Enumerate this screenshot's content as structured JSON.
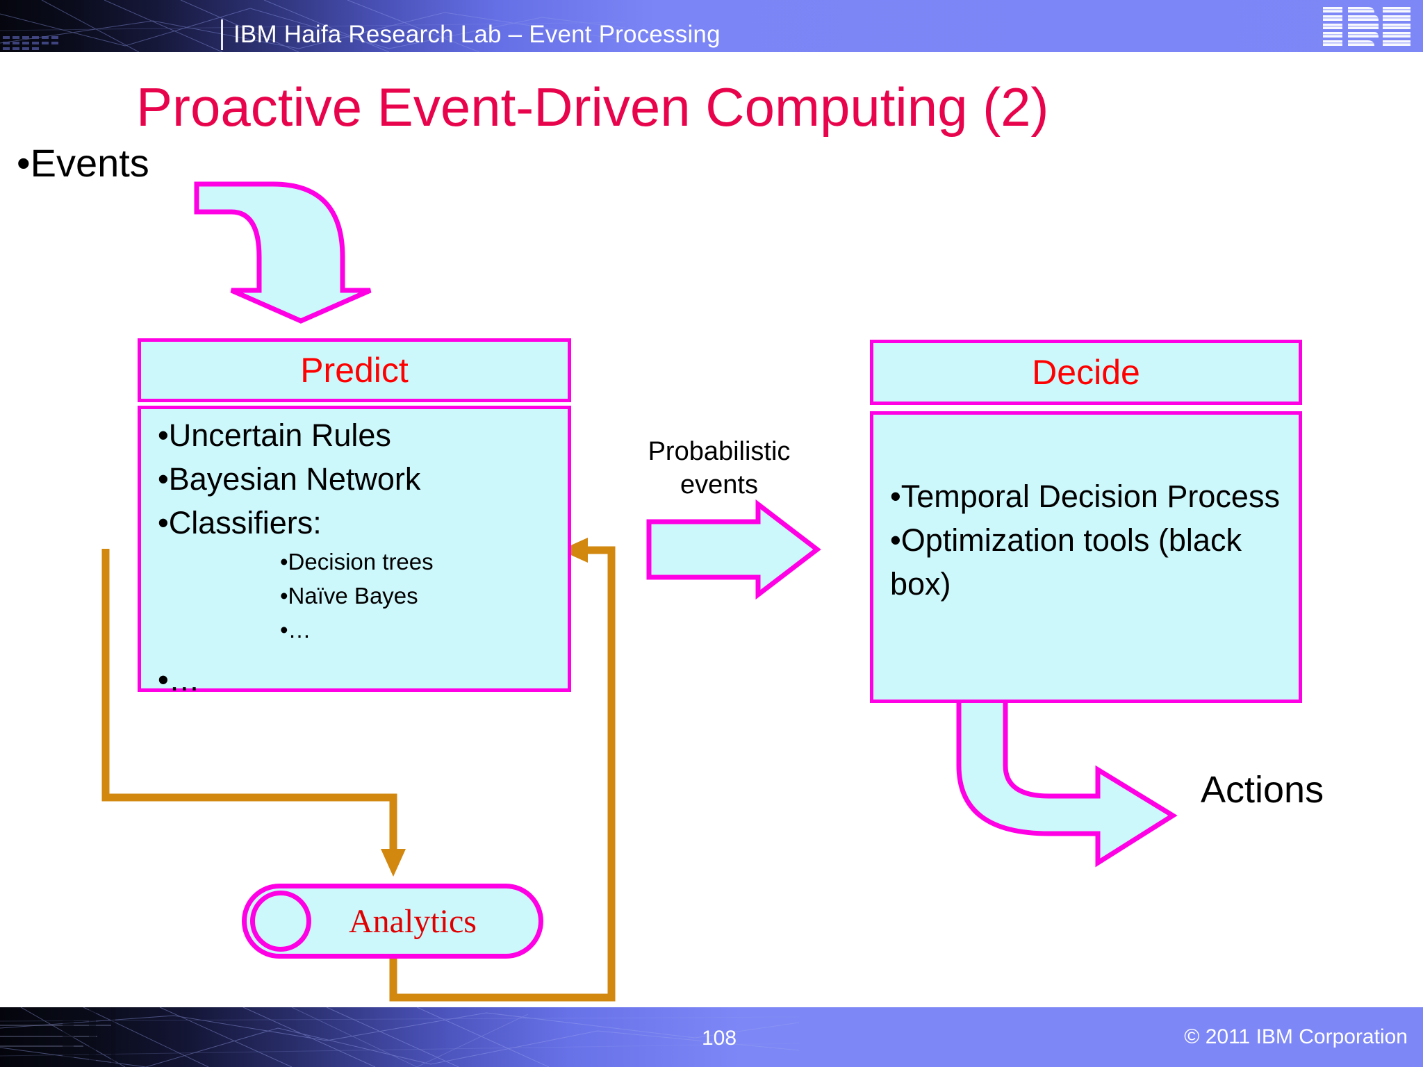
{
  "header": {
    "title": "IBM Haifa Research Lab – Event Processing",
    "logo_alt": "IBM"
  },
  "title": "Proactive Event-Driven Computing (2)",
  "labels": {
    "events": "•Events",
    "actions": "Actions",
    "probabilistic_events": "Probabilistic events",
    "probabilistic_events_line1": "Probabilistic",
    "probabilistic_events_line2": "events"
  },
  "predict_box": {
    "header": "Predict",
    "bullets": [
      "•Uncertain Rules",
      "•Bayesian Network",
      "•Classifiers:"
    ],
    "sub_bullets": [
      "•Decision trees",
      "•Naïve Bayes",
      "•…"
    ],
    "trailing_bullet": "•…"
  },
  "decide_box": {
    "header": "Decide",
    "bullets": [
      "•Temporal Decision Process",
      "•Optimization tools (black box)"
    ]
  },
  "analytics": {
    "label": "Analytics"
  },
  "footer": {
    "page_number": "108",
    "copyright": "© 2011 IBM Corporation"
  },
  "colors": {
    "header_blue": "#7d87f6",
    "title_crimson": "#e8044c",
    "box_border_magenta": "#ff00e4",
    "box_fill_cyan": "#ccf7fb",
    "box_header_red": "#ff0000",
    "analytics_text_red": "#e00000",
    "feedback_orange": "#d2870f"
  }
}
